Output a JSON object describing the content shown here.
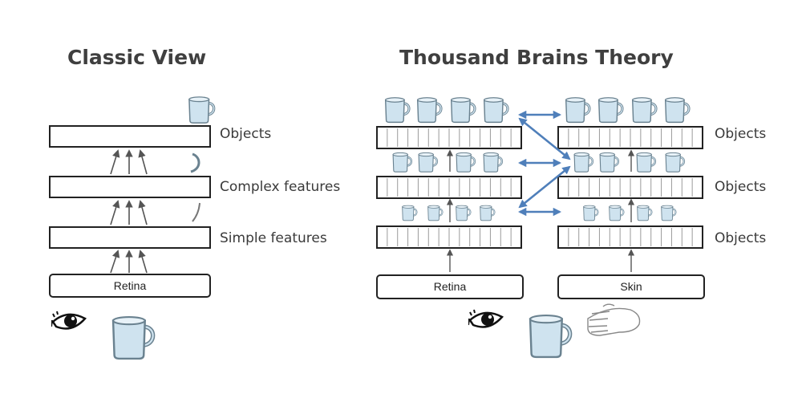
{
  "classic": {
    "title": "Classic View",
    "layers": [
      {
        "label": "Objects"
      },
      {
        "label": "Complex features"
      },
      {
        "label": "Simple features"
      }
    ],
    "input": "Retina"
  },
  "thousand": {
    "title": "Thousand Brains Theory",
    "layer_labels": [
      "Objects",
      "Objects",
      "Objects"
    ],
    "inputs": [
      "Retina",
      "Skin"
    ]
  },
  "colors": {
    "arrow_blue": "#4f7fba",
    "mug_fill": "#cfe3ef",
    "mug_stroke": "#6a8290",
    "box_stroke": "#222222"
  },
  "icons": [
    "eye-icon",
    "mug-icon",
    "hand-icon"
  ]
}
